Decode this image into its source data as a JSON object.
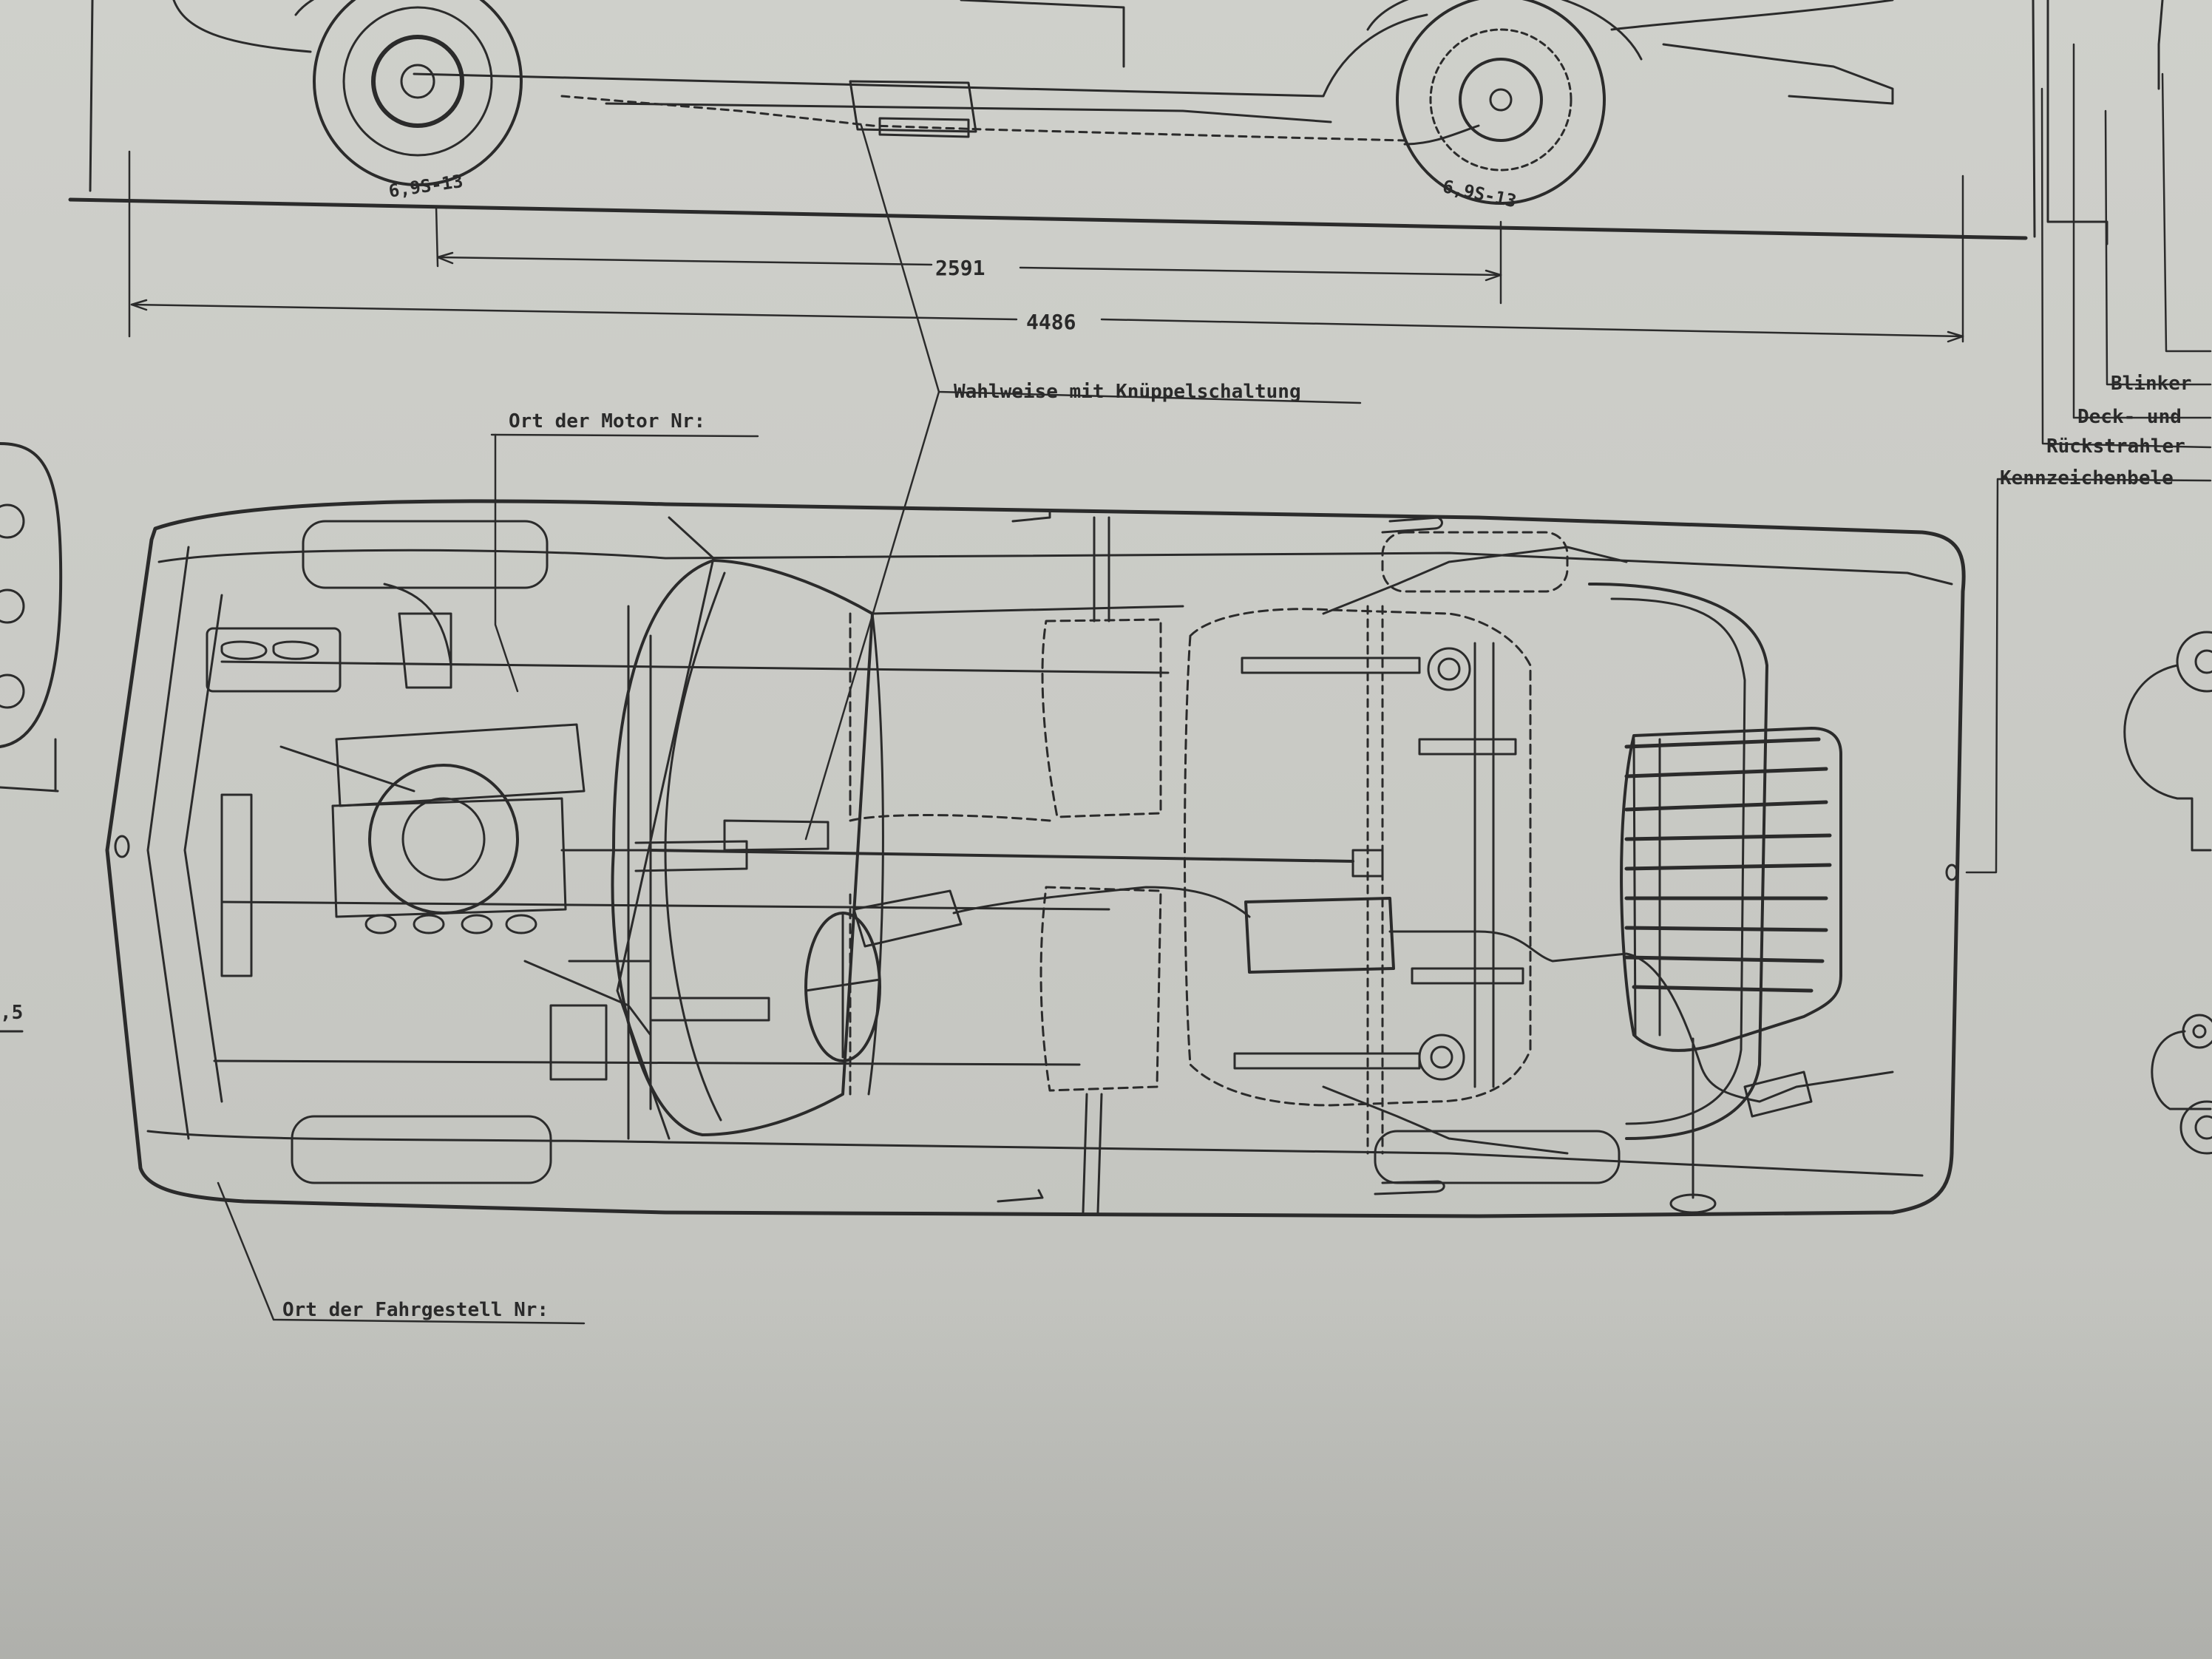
{
  "dimensions": {
    "wheelbase": "2591",
    "overall_length": "4486",
    "tire_front": "6,9S-13",
    "tire_rear": "6,9S-13",
    "left_edge_fragment": ",5"
  },
  "labels": {
    "gear_shift_option": "Wahlweise mit Knüppelschaltung",
    "engine_number_location": "Ort der Motor Nr:",
    "chassis_number_location": "Ort der Fahrgestell Nr:",
    "right_legend": [
      "Blinker",
      "Deck- und",
      "Rückstrahler",
      "Kennzeichenbele"
    ]
  }
}
